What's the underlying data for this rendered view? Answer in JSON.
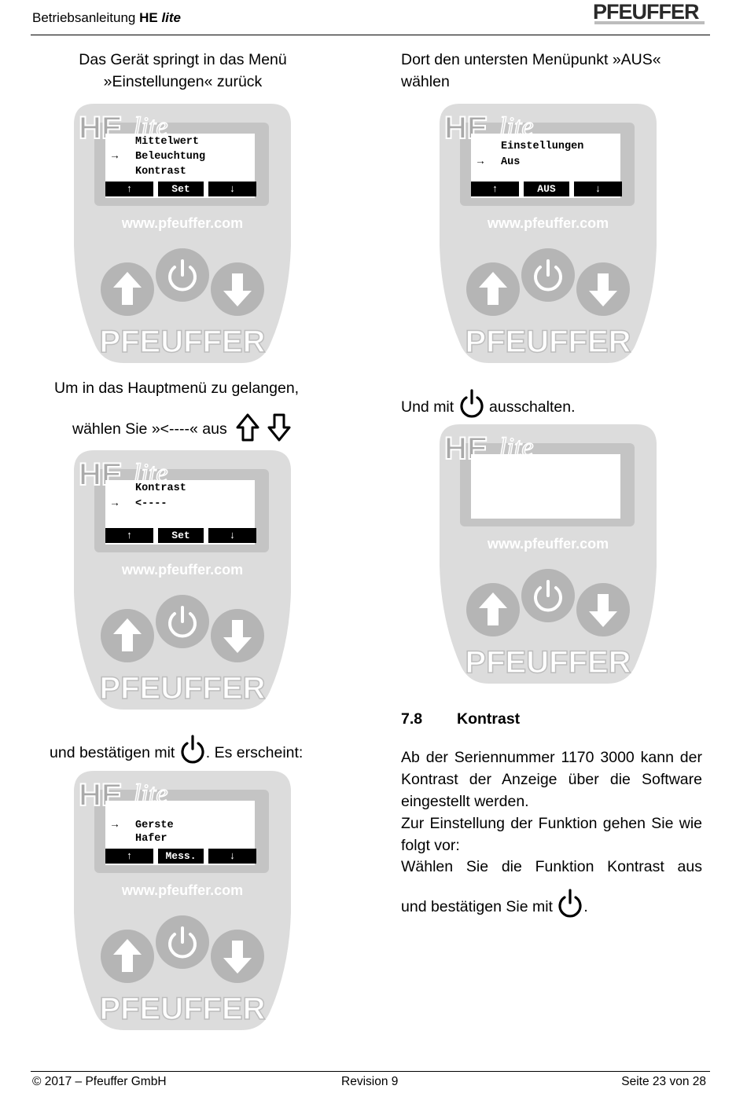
{
  "header": {
    "title_prefix": "Betriebsanleitung ",
    "title_model": "HE",
    "title_model_suffix": "lite",
    "brand": "PFEUFFER"
  },
  "device_common": {
    "logo_he": "HE",
    "logo_lite": "lite",
    "url": "www.pfeuffer.com",
    "brand": "PFEUFFER"
  },
  "captions": {
    "c1_line1": "Das Gerät springt in das Menü",
    "c1_line2": "»Einstellungen« zurück",
    "c2_line1": "Dort den untersten Menüpunkt »AUS«",
    "c2_line2": "wählen",
    "c3_line1": "Um in das Hauptmenü zu gelangen,",
    "c3_line2": "wählen Sie »<----« aus",
    "c4_before": "Und mit ",
    "c4_after": " ausschalten.",
    "c5_before": "und bestätigen mit ",
    "c5_after": ". Es erscheint:"
  },
  "screens": {
    "s1": {
      "rows": [
        {
          "arrow": "",
          "text": "Mittelwert"
        },
        {
          "arrow": "→",
          "text": "Beleuchtung"
        },
        {
          "arrow": "",
          "text": "Kontrast"
        }
      ],
      "keys": [
        "↑",
        "Set",
        "↓"
      ]
    },
    "s2": {
      "rows": [
        {
          "arrow": "",
          "text": "Einstellungen"
        },
        {
          "arrow": "→",
          "text": "Aus"
        }
      ],
      "keys": [
        "↑",
        "AUS",
        "↓"
      ]
    },
    "s3": {
      "rows": [
        {
          "arrow": "",
          "text": "Kontrast"
        },
        {
          "arrow": "→",
          "text": "<----"
        }
      ],
      "keys": [
        "↑",
        "Set",
        "↓"
      ]
    },
    "s5": {
      "rows": [
        {
          "arrow": "→",
          "text": "Gerste"
        },
        {
          "arrow": "",
          "text": "Hafer"
        }
      ],
      "keys": [
        "↑",
        "Mess.",
        "↓"
      ]
    }
  },
  "section": {
    "number": "7.8",
    "title": "Kontrast",
    "p1": "Ab der Seriennummer 1170 3000 kann der Kontrast der Anzeige über die Software eingestellt werden.",
    "p2": "Zur Einstellung der Funktion gehen Sie wie folgt vor:",
    "p3": "Wählen Sie die Funktion Kontrast aus",
    "p4_before": "und bestätigen Sie mit ",
    "p4_after": "."
  },
  "footer": {
    "copyright": "© 2017 – Pfeuffer GmbH",
    "revision": "Revision 9",
    "page": "Seite 23 von 28"
  },
  "colors": {
    "device_body": "#dcdcdc",
    "device_frame": "#c4c4c4",
    "device_button": "#b5b5b5",
    "text": "#000000"
  }
}
